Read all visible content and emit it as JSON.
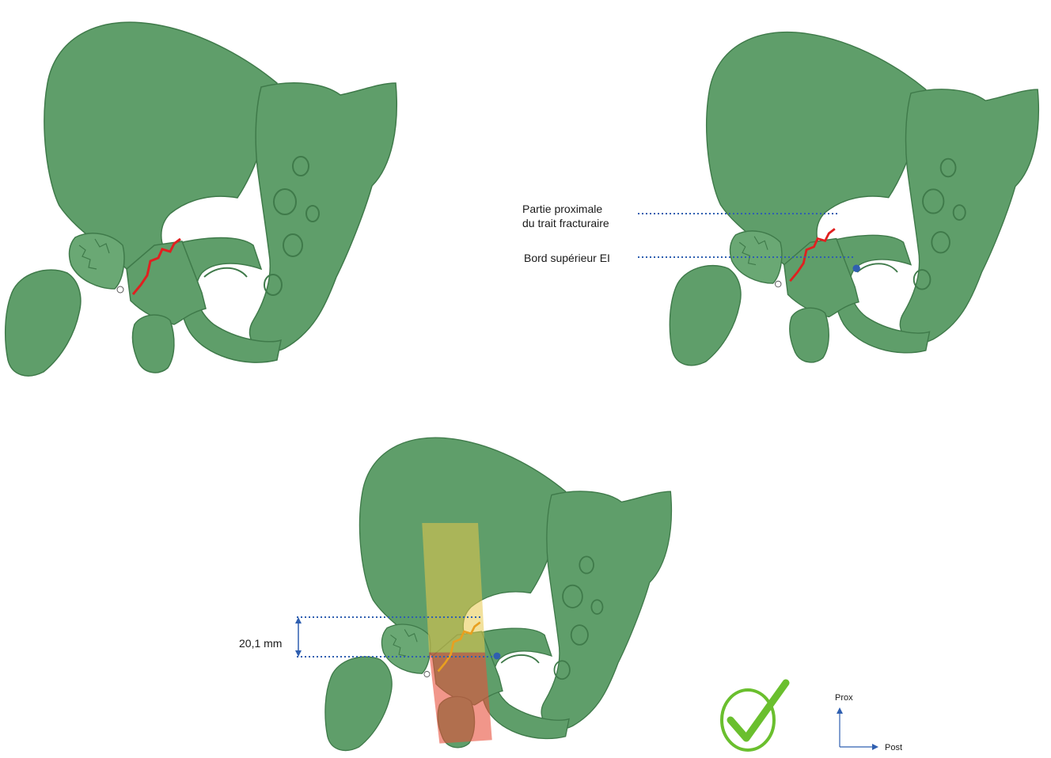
{
  "annotations": {
    "proximal_line1": "Partie proximale",
    "proximal_line2": "du trait fracturaire",
    "superior_border": "Bord supérieur EI",
    "measurement": "20,1 mm"
  },
  "axes": {
    "up_label": "Prox",
    "right_label": "Post"
  },
  "colors": {
    "bone": "#5f9e6a",
    "bone_dark": "#3f7a4a",
    "fracture": "#e02020",
    "dotted": "#2f5fb0",
    "overlay_yellow": "#e8c84a",
    "overlay_red": "#e8503c",
    "check": "#6abf2e"
  },
  "icons": {
    "validation": "checkmark-icon",
    "orientation": "axis-arrows-icon"
  }
}
